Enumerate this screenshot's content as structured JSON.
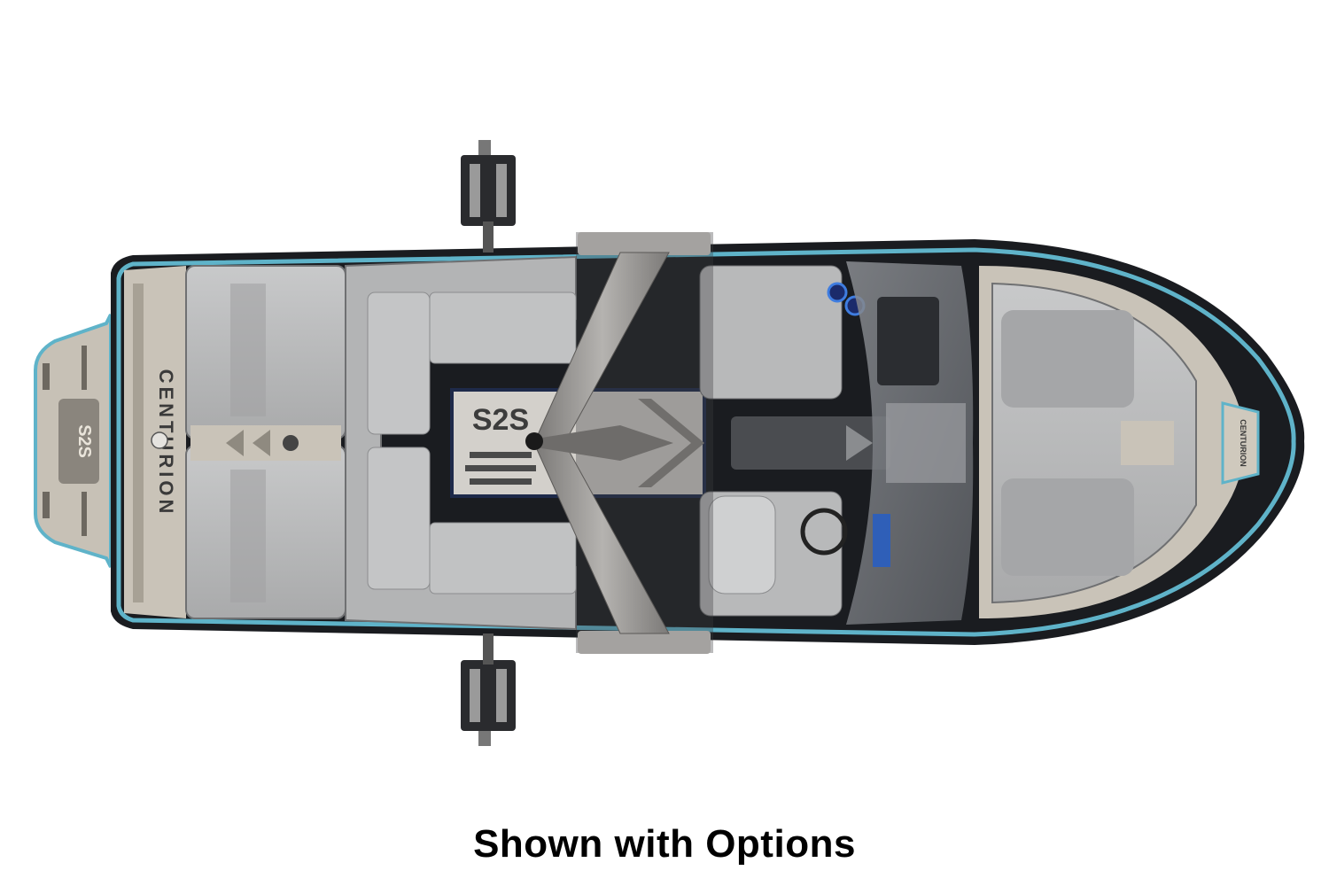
{
  "image": {
    "subject": "Top-down view of a wakeboat with tower and board racks",
    "background_color": "#ffffff"
  },
  "boat": {
    "stern_logo_text": "CENTURION",
    "bow_logo_text": "CENTURION",
    "floor_graphic_text": "S2S",
    "swim_platform_graphic_text": "S2S",
    "colors": {
      "hull_black": "#1a1c20",
      "accent_blue": "#5fb3c9",
      "upholstery_gray": "#b9babb",
      "upholstery_dark": "#8f9092",
      "deck_tan": "#c9c3b8",
      "tower_silver": "#9a9896",
      "windshield": "#6e7176"
    }
  },
  "caption": {
    "text": "Shown with Options"
  }
}
